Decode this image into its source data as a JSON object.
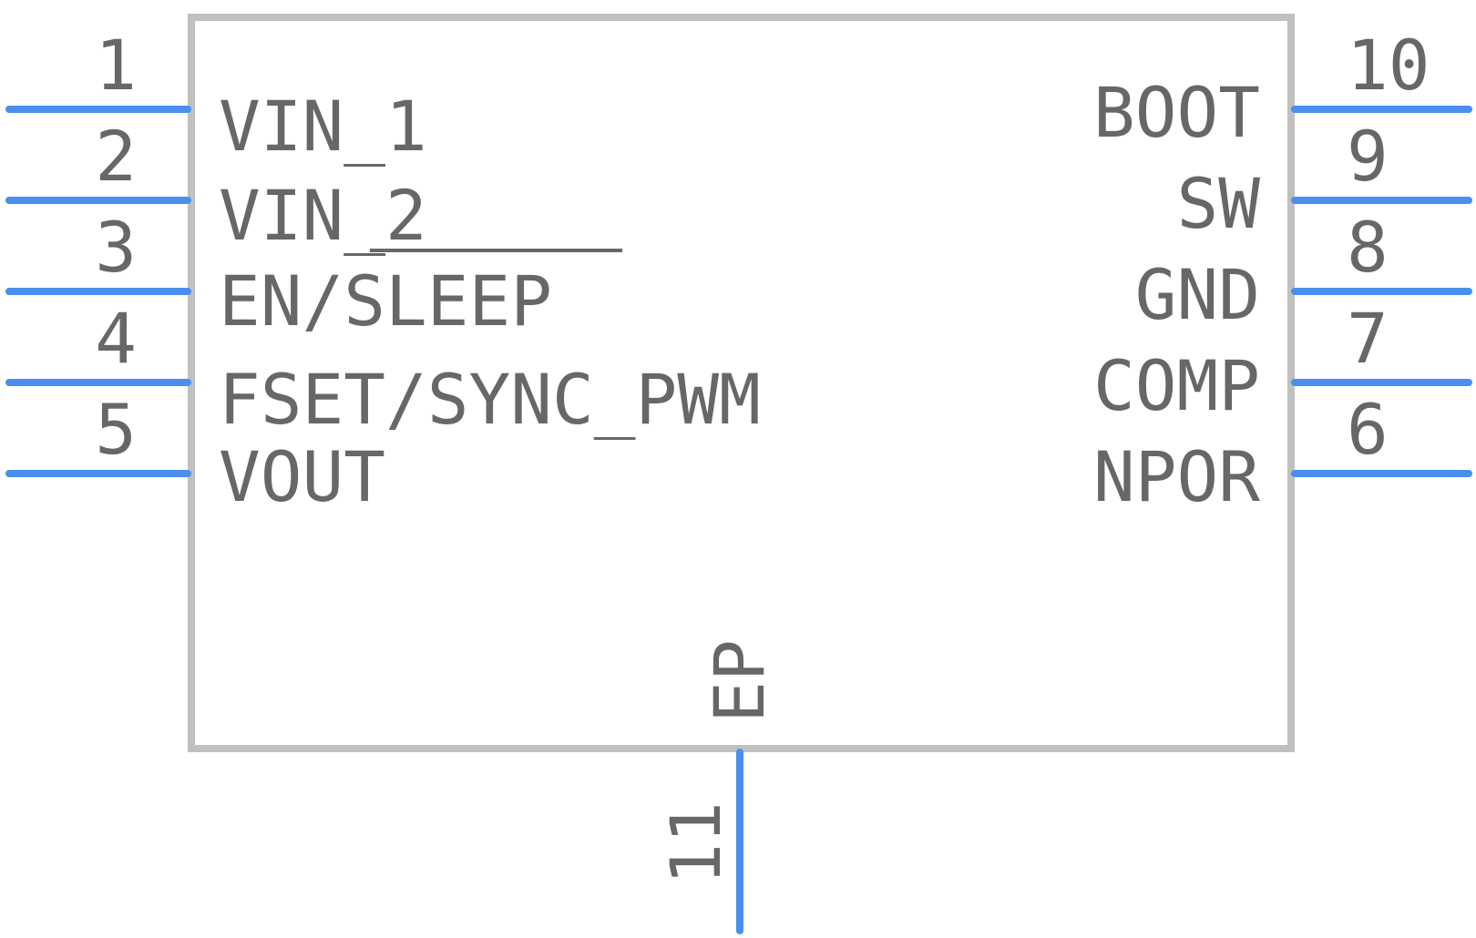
{
  "component": {
    "body_color": "#c0c0c0",
    "pin_color": "#4a8ff0",
    "text_color": "#676767"
  },
  "left_pins": [
    {
      "number": "1",
      "name": "VIN_1"
    },
    {
      "number": "2",
      "name": "VIN_2"
    },
    {
      "number": "3",
      "name": "EN/SLEEP",
      "overbar": "SLEEP"
    },
    {
      "number": "4",
      "name": "FSET/SYNC_PWM"
    },
    {
      "number": "5",
      "name": "VOUT"
    }
  ],
  "right_pins": [
    {
      "number": "10",
      "name": "BOOT"
    },
    {
      "number": "9",
      "name": "SW"
    },
    {
      "number": "8",
      "name": "GND"
    },
    {
      "number": "7",
      "name": "COMP"
    },
    {
      "number": "6",
      "name": "NPOR"
    }
  ],
  "bottom_pins": [
    {
      "number": "11",
      "name": "EP"
    }
  ]
}
